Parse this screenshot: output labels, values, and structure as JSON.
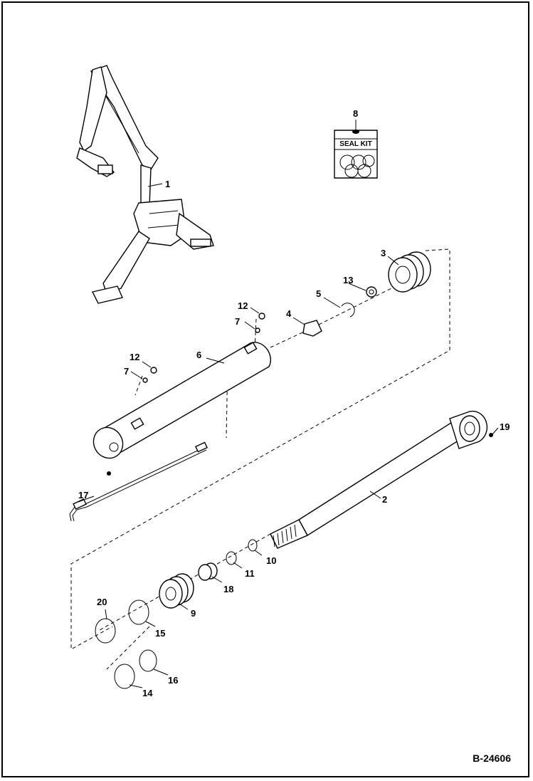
{
  "diagram": {
    "reference_code": "B-24606",
    "seal_kit_label": "SEAL KIT",
    "callouts": {
      "c1": "1",
      "c2": "2",
      "c3": "3",
      "c4": "4",
      "c5": "5",
      "c6": "6",
      "c7a": "7",
      "c7b": "7",
      "c8": "8",
      "c9": "9",
      "c10": "10",
      "c11": "11",
      "c12a": "12",
      "c12b": "12",
      "c13": "13",
      "c14": "14",
      "c15": "15",
      "c16": "16",
      "c17": "17",
      "c18": "18",
      "c19": "19",
      "c20": "20"
    }
  }
}
